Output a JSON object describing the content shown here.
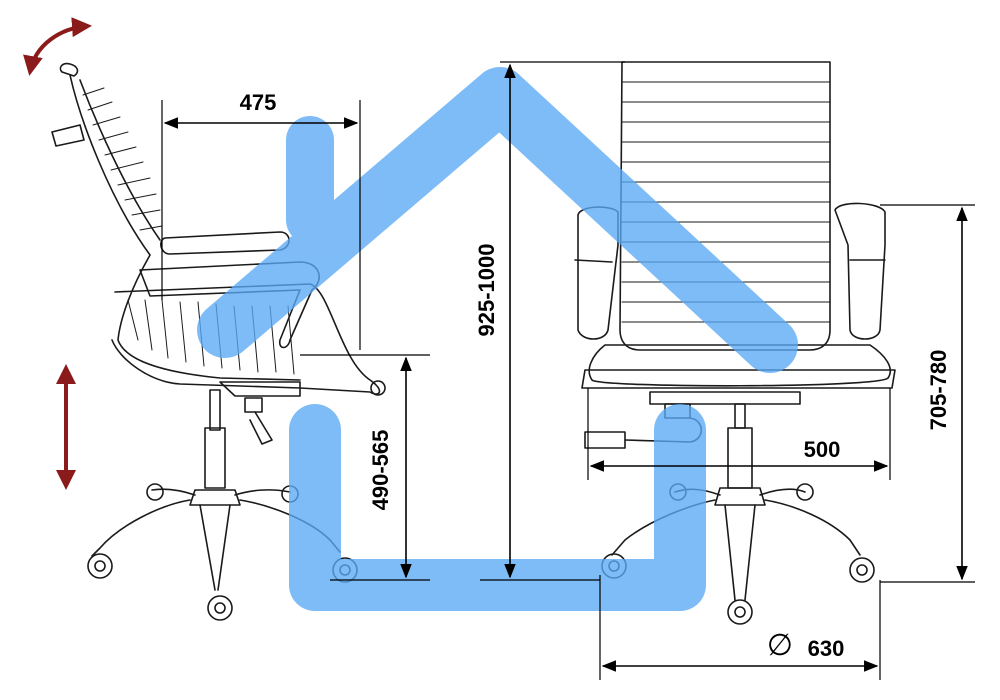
{
  "dimensions": {
    "seat_depth": "475",
    "seat_height": "490-565",
    "total_height": "925-1000",
    "armrest_height": "705-780",
    "seat_width": "500",
    "base_diameter": "630",
    "diameter_symbol": "∅"
  },
  "colors": {
    "watermark": "#5aa9f5",
    "adjust_arrow": "#8b1a1a",
    "line": "#1a1a1a"
  },
  "icons": {
    "tilt": "curved-double-arrow",
    "height_adjust": "vertical-double-arrow",
    "watermark": "house-outline"
  }
}
